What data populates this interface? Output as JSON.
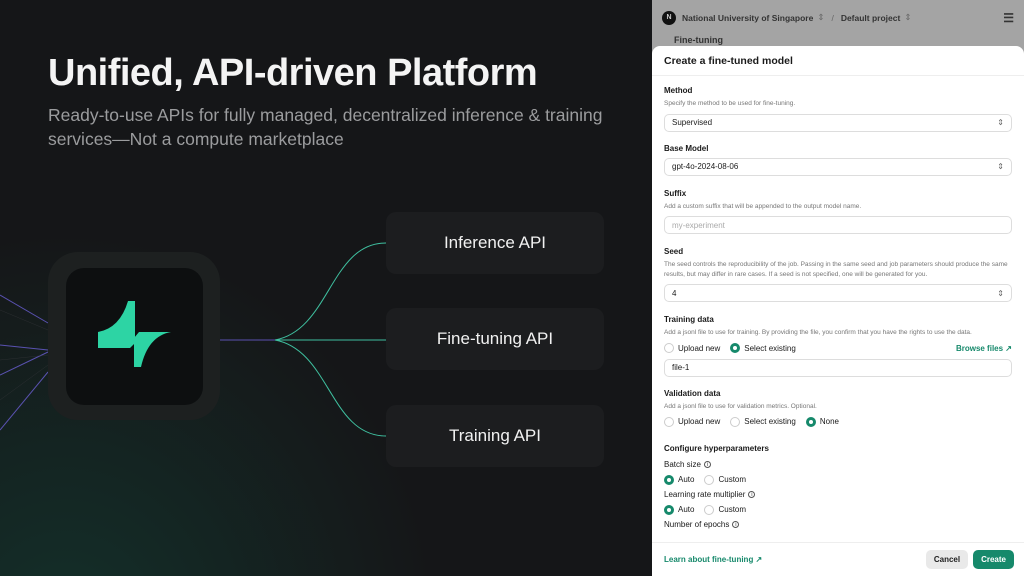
{
  "slide": {
    "title": "Unified, API-driven Platform",
    "subtitle": "Ready-to-use APIs for fully managed, decentralized inference & training services—Not a compute marketplace",
    "apis": [
      "Inference API",
      "Fine-tuning API",
      "Training API"
    ]
  },
  "colors": {
    "accent": "#16896b",
    "logo": "#2dd4a4"
  },
  "topbar": {
    "org_initial": "N",
    "org": "National University of Singapore",
    "project": "Default project",
    "behind_title": "Fine-tuning"
  },
  "modal": {
    "title": "Create a fine-tuned model",
    "method": {
      "label": "Method",
      "desc": "Specify the method to be used for fine-tuning.",
      "value": "Supervised"
    },
    "base_model": {
      "label": "Base Model",
      "value": "gpt-4o-2024-08-06"
    },
    "suffix": {
      "label": "Suffix",
      "desc": "Add a custom suffix that will be appended to the output model name.",
      "placeholder": "my-experiment"
    },
    "seed": {
      "label": "Seed",
      "desc": "The seed controls the reproducibility of the job. Passing in the same seed and job parameters should produce the same results, but may differ in rare cases. If a seed is not specified, one will be generated for you.",
      "value": "4"
    },
    "training": {
      "label": "Training data",
      "desc": "Add a jsonl file to use for training. By providing the file, you confirm that you have the rights to use the data.",
      "options": [
        "Upload new",
        "Select existing"
      ],
      "browse": "Browse files ↗",
      "value": "file-1"
    },
    "validation": {
      "label": "Validation data",
      "desc": "Add a jsonl file to use for validation metrics. Optional.",
      "options": [
        "Upload new",
        "Select existing",
        "None"
      ]
    },
    "hyper": {
      "label": "Configure hyperparameters",
      "batch": "Batch size",
      "lr": "Learning rate multiplier",
      "epochs": "Number of epochs",
      "auto": "Auto",
      "custom": "Custom"
    },
    "learn": "Learn about fine-tuning ↗",
    "cancel": "Cancel",
    "create": "Create"
  }
}
